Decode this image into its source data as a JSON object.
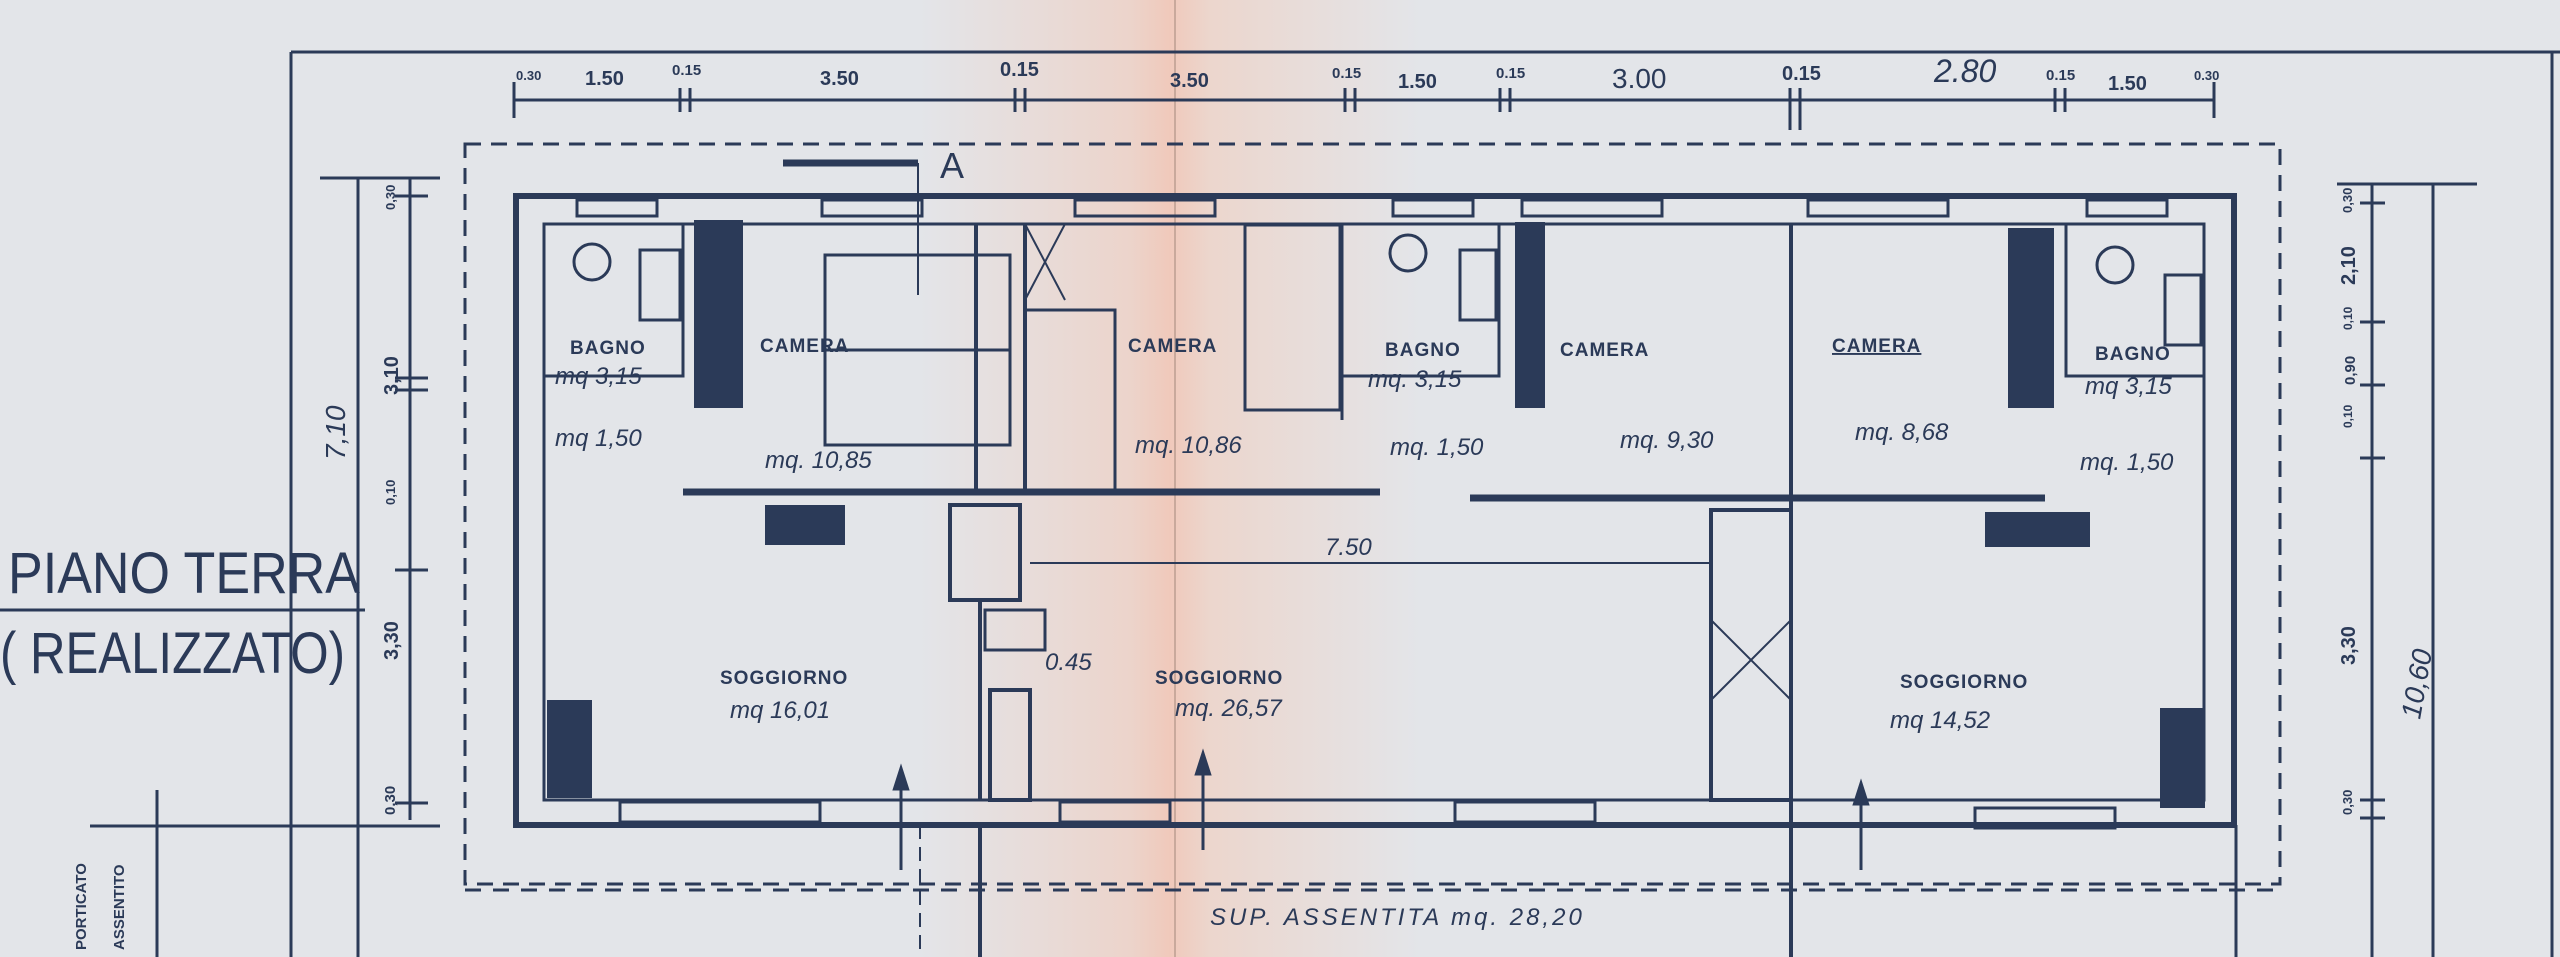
{
  "title": {
    "main": "PIANO TERRA",
    "sub": "( REALIZZATO)"
  },
  "section_marker": "A",
  "rooms": [
    {
      "name": "BAGNO",
      "area": "mq 3,15",
      "sub_area": "mq 1,50"
    },
    {
      "name": "CAMERA",
      "area": "mq. 10,85"
    },
    {
      "name": "CAMERA",
      "area": "mq. 10,86"
    },
    {
      "name": "BAGNO",
      "area": "mq. 3,15",
      "sub_area": "mq. 1,50"
    },
    {
      "name": "CAMERA",
      "area": "mq. 9,30"
    },
    {
      "name": "CAMERA",
      "area": "mq. 8,68"
    },
    {
      "name": "BAGNO",
      "area": "mq 3,15",
      "sub_area": "mq. 1,50"
    },
    {
      "name": "SOGGIORNO",
      "area": "mq 16,01"
    },
    {
      "name": "SOGGIORNO",
      "area": "mq. 26,57"
    },
    {
      "name": "SOGGIORNO",
      "area": "mq 14,52"
    }
  ],
  "top_dimensions": [
    "0.30",
    "1.50",
    "0.15",
    "3.50",
    "0.15",
    "3.50",
    "0.15",
    "1.50",
    "0.15",
    "3.00",
    "0.15",
    "2.80",
    "0.15",
    "1.50",
    "0.30"
  ],
  "left_dimensions": {
    "total": "7,10",
    "parts": [
      "0,30",
      "3,10",
      "0,10",
      "3,30",
      "0,30"
    ]
  },
  "right_dimensions": {
    "total": "10,60",
    "parts": [
      "0,30",
      "2,10",
      "0,10",
      "0,90",
      "0,10",
      "3,30",
      "0,30"
    ]
  },
  "inner_dimensions": {
    "corridor": "7.50",
    "step": "0.45"
  },
  "porch": {
    "line1": "PORTICATO",
    "line2": "ASSENTITO"
  },
  "approved_area": "SUP. ASSENTITA   mq. 28,20",
  "colors": {
    "ink": "#2b3a58",
    "paper": "#e3e5e9",
    "fold": "#efcfc2"
  }
}
